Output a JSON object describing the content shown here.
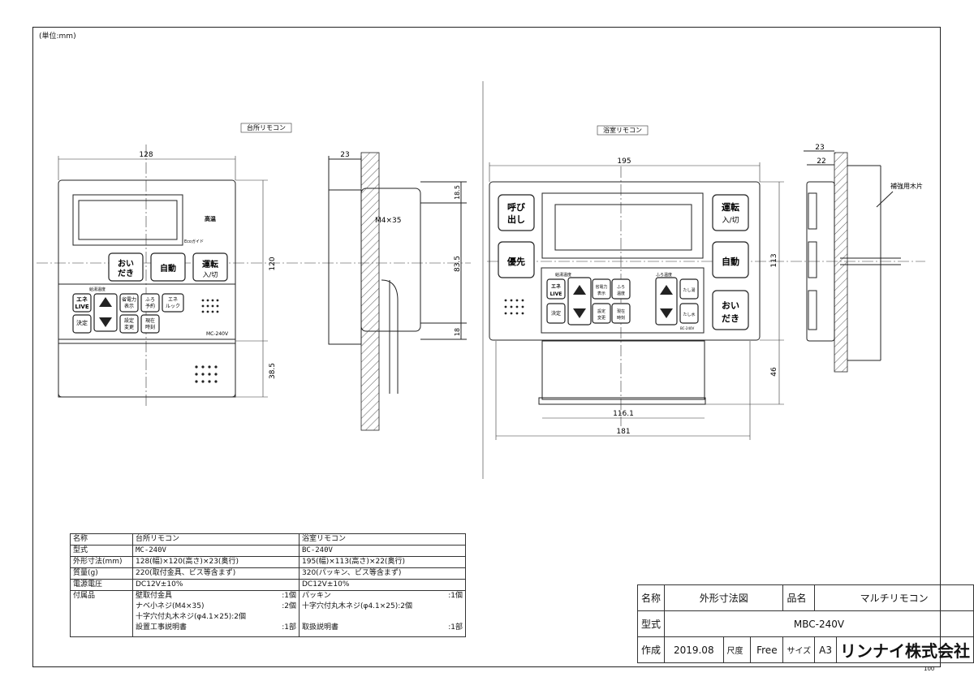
{
  "unit_note": "(単位:mm)",
  "page_number": "100",
  "kitchen": {
    "label": "台所リモコン",
    "dims": {
      "width": "128",
      "height": "120",
      "depth": "23",
      "lower": "38.5",
      "top": "18.5",
      "mid": "83.5",
      "bottom": "18",
      "screw": "M4×35"
    },
    "buttons": {
      "oidaki": "おい\nだき",
      "auto": "自動",
      "power": "運転\n入/切",
      "eneLive": "エネ\nLIVE",
      "kettei": "決定",
      "denryoku": "省電力\n表示",
      "furo": "ふろ\n予約",
      "eneLook": "エネ\nルック",
      "settei": "設定\n変更",
      "genzai": "現在\n時刻",
      "panel_label": "給湯温度",
      "kousui": "高温",
      "ecoguide": "Ecoガイド",
      "model_print": "MC-240V"
    }
  },
  "bath": {
    "label": "浴室リモコン",
    "dims": {
      "width": "195",
      "height": "113",
      "depth": "23",
      "depth2": "22",
      "lower": "46",
      "inner": "116.1",
      "lower_width": "181"
    },
    "buttons": {
      "yobidashi": "呼び\n出し",
      "priority": "優先",
      "power": "運転\n入/切",
      "auto": "自動",
      "oidaki": "おい\nだき",
      "eneLive": "エネ\nLIVE",
      "denryoku": "省電力\n表示",
      "furo": "ふろ\n温度",
      "kettei": "決定",
      "settei": "設定\n変更",
      "genzai": "現在\n時刻",
      "tashiyu": "たし湯",
      "tashimizu": "たし水",
      "panel_label1": "給湯温度",
      "panel_label2": "ふろ温度",
      "model_print": "BC-240V"
    },
    "wood_note": "補強用木片"
  },
  "spec_table": {
    "headers": [
      "名称",
      "台所リモコン",
      "浴室リモコン"
    ],
    "rows": [
      {
        "label": "型式",
        "kitchen": "MC-240V",
        "bath": "BC-240V"
      },
      {
        "label": "外形寸法(mm)",
        "kitchen": "128(幅)×120(高さ)×23(奥行)",
        "bath": "195(幅)×113(高さ)×22(奥行)"
      },
      {
        "label": "質量(g)",
        "kitchen": "220(取付金具、ビス等含まず)",
        "bath": "320(パッキン、ビス等含まず)"
      },
      {
        "label": "電源電圧",
        "kitchen": "DC12V±10%",
        "bath": "DC12V±10%"
      }
    ],
    "accessories_label": "付属品",
    "kitchen_accessories": [
      {
        "name": "壁取付金具",
        "qty": ":1個"
      },
      {
        "name": "ナベ小ネジ(M4×35)",
        "qty": ":2個"
      },
      {
        "name": "十字穴付丸木ネジ(φ4.1×25):2個",
        "qty": ""
      },
      {
        "name": "設置工事説明書",
        "qty": ":1部"
      }
    ],
    "bath_accessories": [
      {
        "name": "パッキン",
        "qty": ":1個"
      },
      {
        "name": "十字穴付丸木ネジ(φ4.1×25):2個",
        "qty": ""
      },
      {
        "name": "",
        "qty": ""
      },
      {
        "name": "取扱説明書",
        "qty": ":1部"
      }
    ]
  },
  "title_block": {
    "name_label": "名称",
    "name_value": "外形寸法図",
    "product_label": "品名",
    "product_value": "マルチリモコン",
    "model_label": "型式",
    "model_value": "MBC-240V",
    "created_label": "作成",
    "created_value": "2019.08",
    "scale_label": "尺度",
    "scale_value": "Free",
    "size_label": "サイズ",
    "size_value": "A3",
    "company": "リンナイ株式会社"
  }
}
